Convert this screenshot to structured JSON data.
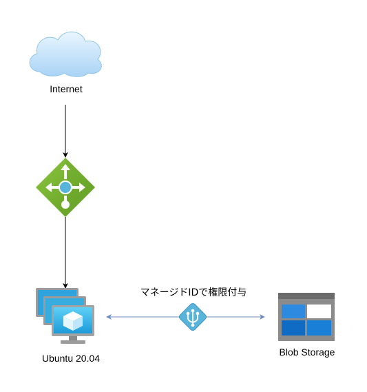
{
  "nodes": {
    "internet": {
      "label": "Internet",
      "icon": "cloud-icon"
    },
    "load_balancer": {
      "icon": "load-balancer-icon"
    },
    "vm": {
      "label": "Ubuntu 20.04",
      "icon": "virtual-machine-scale-set-icon"
    },
    "managed_identity": {
      "label": "マネージドIDで権限付与",
      "icon": "managed-identity-icon"
    },
    "storage": {
      "label": "Blob Storage",
      "icon": "storage-account-icon"
    }
  },
  "colors": {
    "arrow_vertical": "#000000",
    "arrow_horizontal": "#6c8ebf",
    "cloud_light": "#d4ecfb",
    "cloud_dark": "#6aa9e3",
    "lb_green": "#7ab22c",
    "vm_blue": "#3ab5e8",
    "identity_blue": "#50a9d6",
    "storage_gray": "#7a7a7a",
    "storage_blue": "#0072c6"
  }
}
